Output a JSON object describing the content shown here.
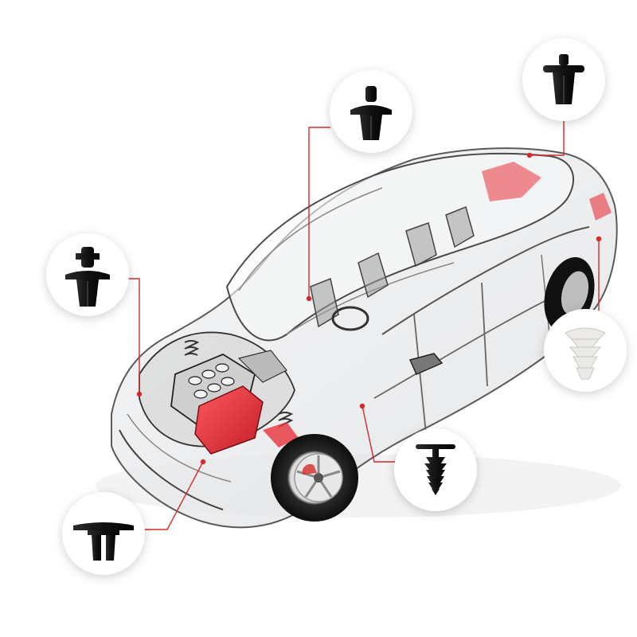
{
  "scene": {
    "subject": "transparent-car-with-plastic-clips",
    "colors": {
      "background": "#ffffff",
      "leader_line": "#d42a2a",
      "clip_black": "#141414",
      "clip_white": "#eceae6",
      "car_outline": "#6e6e6e",
      "engine_red": "#e8323a"
    },
    "callouts": [
      {
        "id": "rivet-clip-top-right",
        "icon": "push-rivet-clip-icon",
        "color": "black"
      },
      {
        "id": "rivet-clip-top-center",
        "icon": "push-rivet-clip-icon",
        "color": "black"
      },
      {
        "id": "rivet-clip-left",
        "icon": "push-rivet-clip-icon",
        "color": "black"
      },
      {
        "id": "fir-tree-clip-right",
        "icon": "fir-tree-clip-icon",
        "color": "white"
      },
      {
        "id": "fir-tree-clip-bottom",
        "icon": "fir-tree-clip-icon",
        "color": "black"
      },
      {
        "id": "flat-head-clip-bottom-left",
        "icon": "flat-head-clip-icon",
        "color": "black"
      }
    ]
  }
}
